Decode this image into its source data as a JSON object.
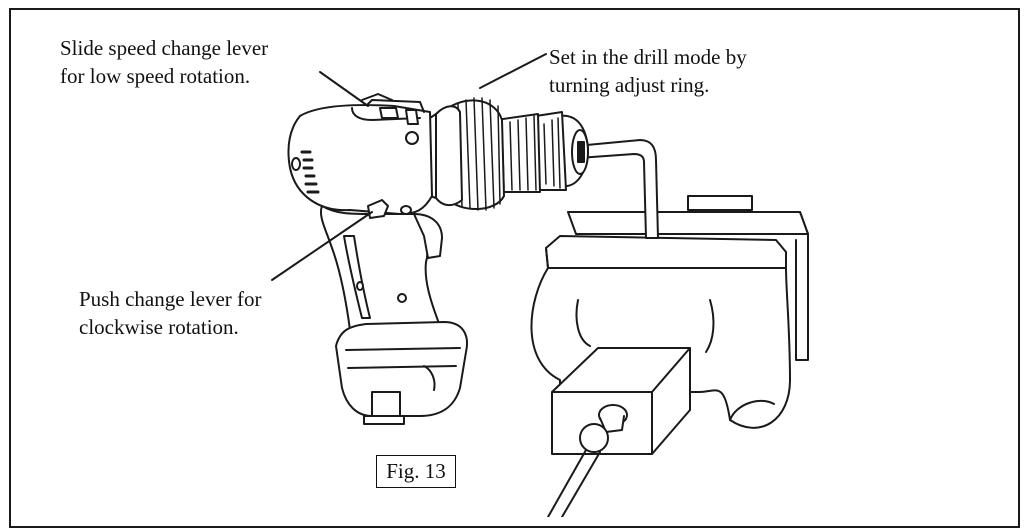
{
  "captions": {
    "speed_lever": [
      "Slide speed change lever",
      "for low speed rotation."
    ],
    "drill_mode": [
      "Set in the drill mode by",
      "turning adjust ring."
    ],
    "push_lever": [
      "Push change lever for",
      "clockwise rotation."
    ]
  },
  "figure_label": "Fig. 13",
  "colors": {
    "line": "#1a1a1a",
    "fill": "#ffffff"
  }
}
